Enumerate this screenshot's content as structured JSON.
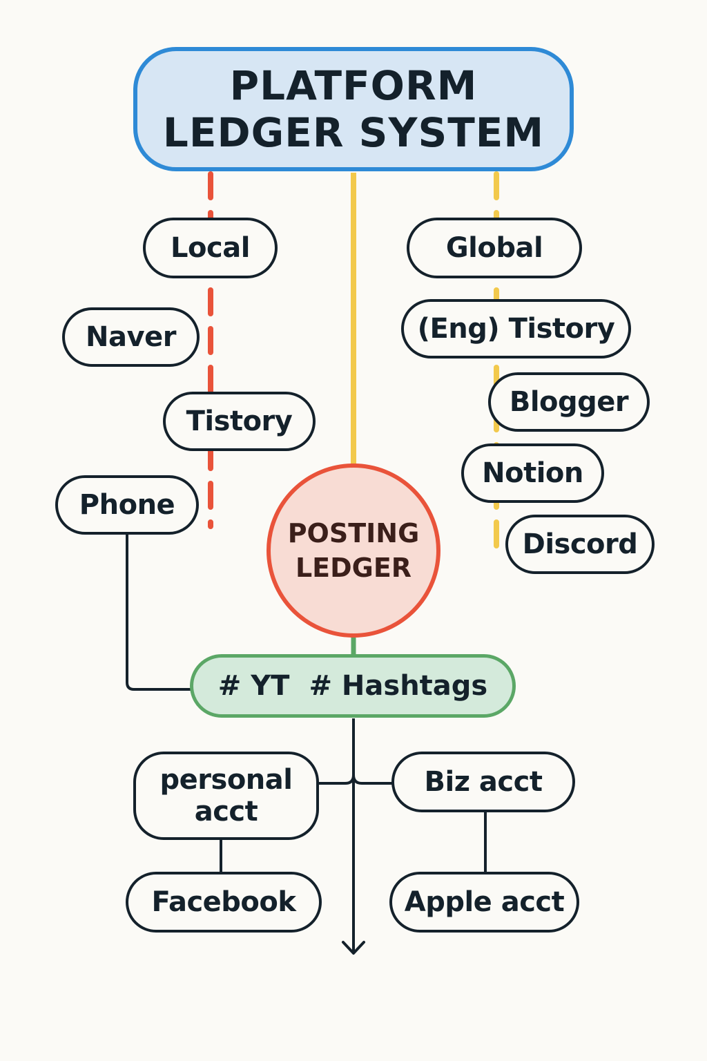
{
  "title": {
    "line1": "PLATFORM",
    "line2": "LEDGER SYSTEM"
  },
  "hub": {
    "line1": "POSTING",
    "line2": "LEDGER"
  },
  "local_branch": {
    "label": "Local",
    "items": [
      "Naver",
      "Tistory",
      "Phone"
    ]
  },
  "global_branch": {
    "label": "Global",
    "items": [
      "(Eng) Tistory",
      "Blogger",
      "Notion",
      "Discord"
    ]
  },
  "tags": {
    "tag1": "# YT",
    "tag2": "# Hashtags"
  },
  "accounts": {
    "personal": {
      "line1": "personal",
      "line2": "acct",
      "child": "Facebook"
    },
    "biz": {
      "label": "Biz acct",
      "child": "Apple acct"
    }
  },
  "colors": {
    "title_border": "#2e8ad6",
    "title_fill": "#d7e6f4",
    "hub_border": "#e9533a",
    "hub_fill": "#f8dcd4",
    "tags_border": "#5ba766",
    "tags_fill": "#d4eadb",
    "local_connector": "#e9533a",
    "global_connector": "#f2c94c",
    "center_connector": "#f2c94c",
    "node_outline": "#14212b"
  }
}
